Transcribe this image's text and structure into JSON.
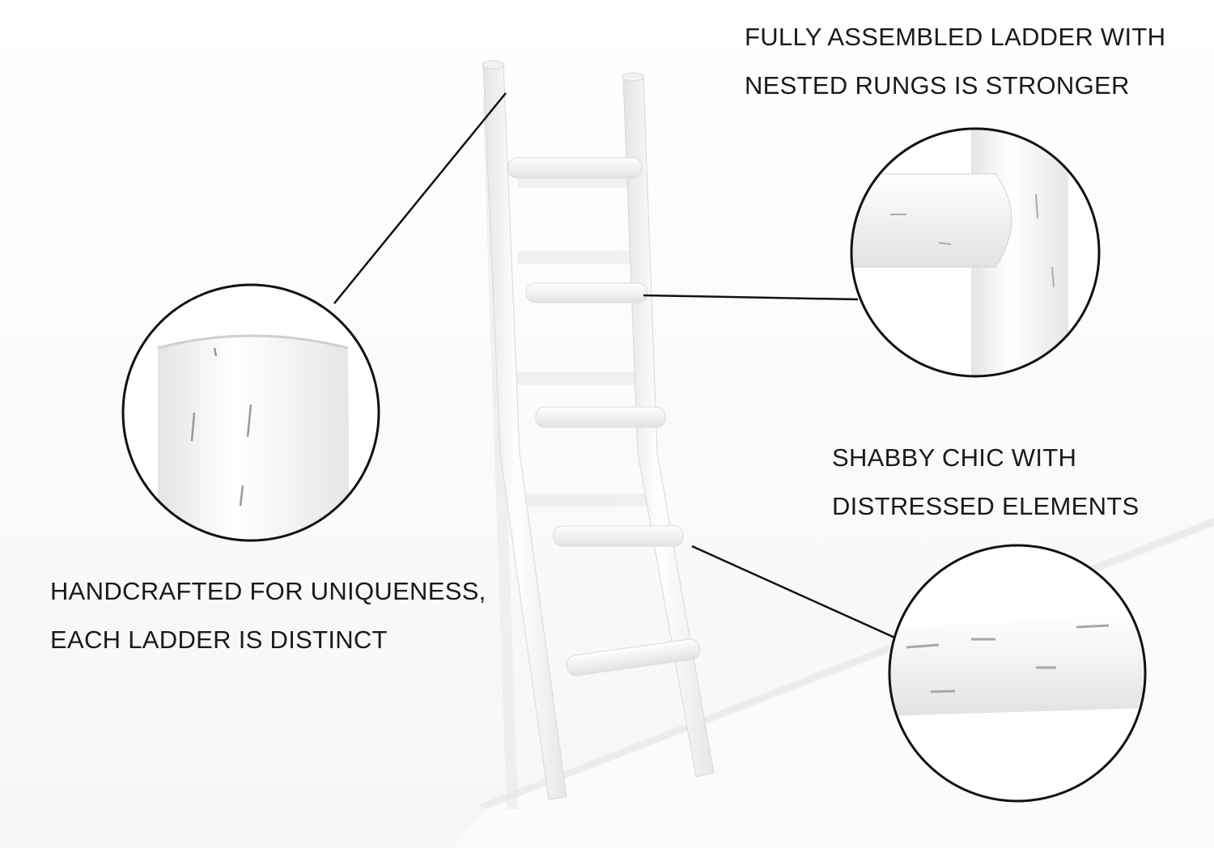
{
  "captions": {
    "assembled": {
      "line1": "FULLY ASSEMBLED LADDER WITH",
      "line2": "NESTED RUNGS IS STRONGER"
    },
    "shabby": {
      "line1": "SHABBY CHIC WITH",
      "line2": "DISTRESSED ELEMENTS"
    },
    "handcrafted": {
      "line1": "HANDCRAFTED FOR UNIQUENESS,",
      "line2": "EACH LADDER IS DISTINCT"
    }
  },
  "colors": {
    "text": "#1a1a1a",
    "line": "#111111",
    "wood": "#f7f7f7",
    "shadow": "#e9e9e9"
  }
}
